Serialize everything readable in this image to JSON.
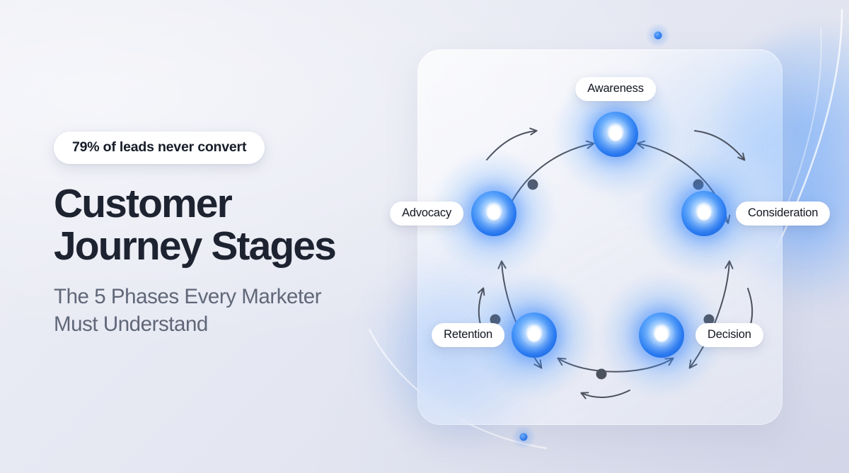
{
  "background": {
    "base_color": "#e6e8f1",
    "accent_blue": "#2f7cf0"
  },
  "left": {
    "stat_badge": "79% of leads never convert",
    "headline_line1": "Customer",
    "headline_line2": "Journey Stages",
    "subhead_line1": "The 5 Phases Every Marketer",
    "subhead_line2": "Must Understand",
    "headline_color": "#1d2330",
    "subhead_color": "#5f6778"
  },
  "diagram": {
    "title": "Customer Journey Stages cycle",
    "node_color": "#2f7cf0",
    "connector_color": "#4c515e",
    "nodes": [
      {
        "label": "Awareness",
        "label_pos": "top",
        "order": 1
      },
      {
        "label": "Consideration",
        "label_pos": "right",
        "order": 2
      },
      {
        "label": "Decision",
        "label_pos": "right",
        "order": 3
      },
      {
        "label": "Retention",
        "label_pos": "left",
        "order": 4
      },
      {
        "label": "Advocacy",
        "label_pos": "left",
        "order": 5
      }
    ],
    "decor": {
      "dot_top": "floating-blue-dot",
      "dot_bottom": "floating-blue-dot"
    }
  }
}
